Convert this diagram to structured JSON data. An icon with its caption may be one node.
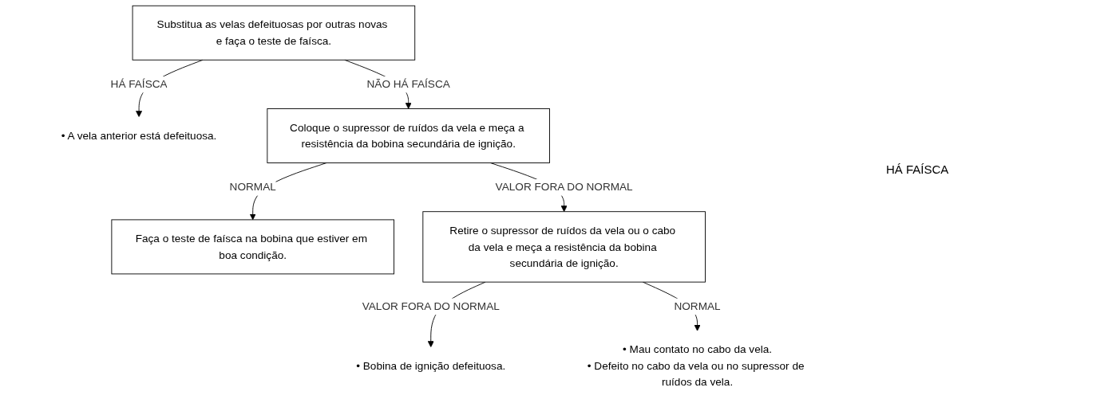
{
  "diagram": {
    "nodes": [
      {
        "text": [
          "Substitua as velas defeituosas por outras novas e faça o teste de faísca."
        ]
      },
      {
        "text": [
          "• A vela anterior está defeituosa."
        ]
      },
      {
        "text": [
          "Coloque o supressor de ruídos da vela e meça a resistência da bobina secundária de ignição."
        ]
      },
      {
        "text": [
          "Faça o teste de faísca na bobina que estiver em boa condição."
        ]
      },
      {
        "text": [
          "Retire o supressor de ruídos da vela ou o cabo da vela e meça a resistência da bobina secundária de ignição."
        ]
      },
      {
        "text": [
          "• Bobina de ignição defeituosa."
        ]
      },
      {
        "text": [
          "• Mau contato no cabo da vela.",
          "• Defeito no cabo da vela ou no supressor de ruídos da vela."
        ]
      }
    ],
    "edges": [
      {
        "from": 0,
        "to": 1,
        "arrow": "to",
        "label": "HÁ FAÍSCA"
      },
      {
        "from": 0,
        "to": 2,
        "arrow": "to",
        "label": "NÃO HÁ FAÍSCA"
      },
      {
        "from": 2,
        "to": 3,
        "arrow": "to",
        "label": "NORMAL"
      },
      {
        "from": 2,
        "to": 4,
        "arrow": "to",
        "label": "VALOR FORA DO NORMAL"
      },
      {
        "from": 4,
        "to": 5,
        "arrow": "to",
        "label": "VALOR FORA DO NORMAL"
      },
      {
        "from": 4,
        "to": 6,
        "arrow": "to",
        "label": "NORMAL"
      }
    ],
    "labels": [
      "HÁ FAÍSCA"
    ]
  }
}
